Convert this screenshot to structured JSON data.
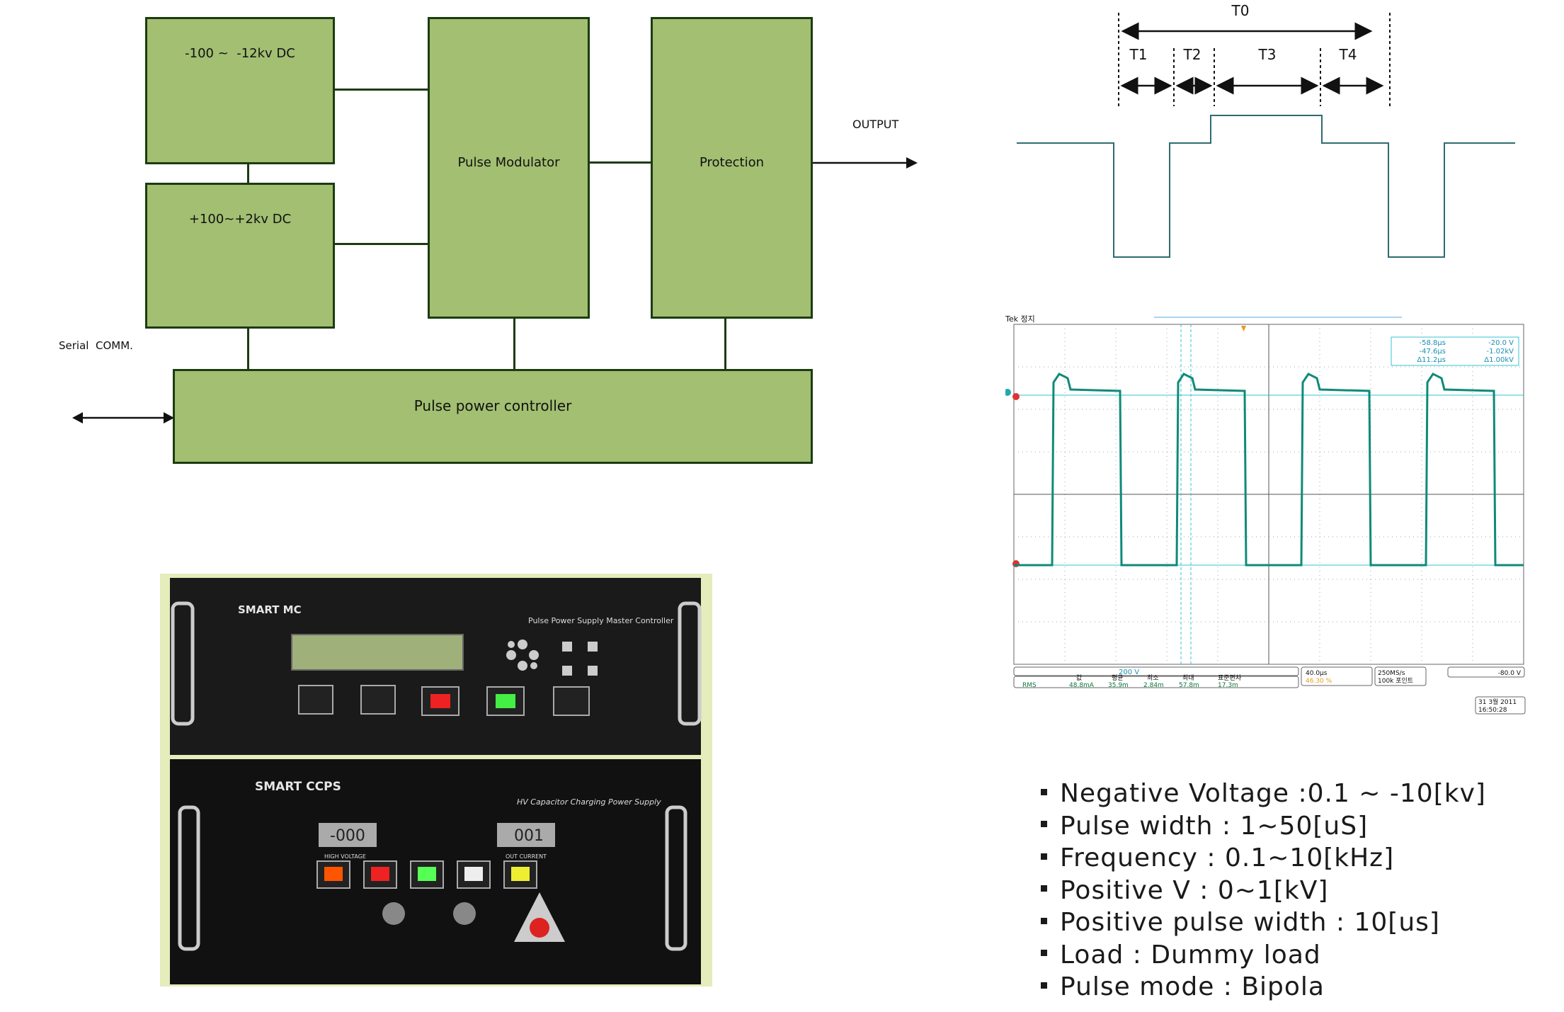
{
  "block_diagram": {
    "neg_dc": "-100 ~  -12kv DC",
    "pos_dc": "+100~+2kv DC",
    "modulator": "Pulse Modulator",
    "protection": "Protection",
    "output": "OUTPUT",
    "controller": "Pulse power controller",
    "serial": "Serial  COMM."
  },
  "timing": {
    "t0": "T0",
    "t1": "T1",
    "t2": "T2",
    "t3": "T3",
    "t4": "T4"
  },
  "scope": {
    "header": "Tek 정지",
    "cursor_readout": [
      "-58.8µs",
      "-47.6µs",
      "Δ11.2µs",
      "-20.0 V",
      "-1.02kV",
      "Δ1.00kV"
    ],
    "ch2_scale": "200 V",
    "timebase": "40.0µs",
    "trigger_pct": "46.30 %",
    "sample_rate": "250MS/s",
    "points": "100k 포인트",
    "trigger_level": "-80.0 V",
    "meas_headers": [
      "값",
      "평균",
      "최소",
      "최대",
      "표준편차"
    ],
    "meas_label": "RMS",
    "meas_values": [
      "48.8mA",
      "35.9m",
      "2.84m",
      "57.8m",
      "17.3m"
    ],
    "date": "31 3월 2011",
    "time": "16:50:28"
  },
  "panel": {
    "mc_brand": "SMART MC",
    "mc_title": "Pulse Power Supply Master Controller",
    "ccps_brand": "SMART CCPS",
    "ccps_title": "HV Capacitor Charging Power Supply",
    "hv_label": "HIGH VOLTAGE",
    "oc_label": "OUT CURRENT",
    "hv_reading": "-000",
    "oc_reading": "001"
  },
  "specs": [
    "Negative Voltage :0.1 ~ -10[kv]",
    "Pulse width : 1~50[uS]",
    "Frequency : 0.1~10[kHz]",
    "Positive V : 0~1[kV]",
    "Positive pulse width : 10[us]",
    "Load : Dummy load",
    "Pulse mode : Bipola"
  ]
}
